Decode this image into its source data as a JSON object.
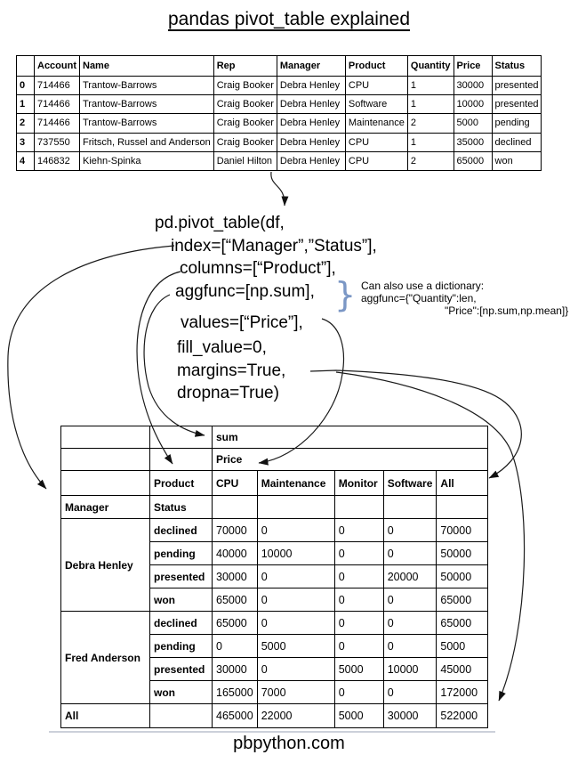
{
  "title": "pandas pivot_table explained",
  "source_table": {
    "headers": [
      "",
      "Account",
      "Name",
      "Rep",
      "Manager",
      "Product",
      "Quantity",
      "Price",
      "Status"
    ],
    "rows": [
      [
        "0",
        "714466",
        "Trantow-Barrows",
        "Craig Booker",
        "Debra Henley",
        "CPU",
        "1",
        "30000",
        "presented"
      ],
      [
        "1",
        "714466",
        "Trantow-Barrows",
        "Craig Booker",
        "Debra Henley",
        "Software",
        "1",
        "10000",
        "presented"
      ],
      [
        "2",
        "714466",
        "Trantow-Barrows",
        "Craig Booker",
        "Debra Henley",
        "Maintenance",
        "2",
        "5000",
        "pending"
      ],
      [
        "3",
        "737550",
        "Fritsch, Russel and Anderson",
        "Craig Booker",
        "Debra Henley",
        "CPU",
        "1",
        "35000",
        "declined"
      ],
      [
        "4",
        "146832",
        "Kiehn-Spinka",
        "Daniel Hilton",
        "Debra Henley",
        "CPU",
        "2",
        "65000",
        "won"
      ]
    ]
  },
  "code": {
    "lines": [
      "pd.pivot_table(df,",
      "index=[“Manager”,”Status”],",
      "columns=[“Product”],",
      "aggfunc=[np.sum],",
      "values=[“Price”],",
      "fill_value=0,",
      "margins=True,",
      "dropna=True)"
    ]
  },
  "note": {
    "brace": "}",
    "brace_color": "#7b97c5",
    "lines": [
      "Can also use a dictionary:",
      "aggfunc={\"Quantity\":len,",
      "\"Price\":[np.sum,np.mean]}"
    ]
  },
  "pivot_table": {
    "agg_label": "sum",
    "value_label": "Price",
    "col_axis_label": "Product",
    "row_axis_labels": [
      "Manager",
      "Status"
    ],
    "columns": [
      "CPU",
      "Maintenance",
      "Monitor",
      "Software",
      "All"
    ],
    "rows": [
      {
        "manager": "Debra Henley",
        "status": "declined",
        "values": [
          "70000",
          "0",
          "0",
          "0",
          "70000"
        ]
      },
      {
        "manager": "Debra Henley",
        "status": "pending",
        "values": [
          "40000",
          "10000",
          "0",
          "0",
          "50000"
        ]
      },
      {
        "manager": "Debra Henley",
        "status": "presented",
        "values": [
          "30000",
          "0",
          "0",
          "20000",
          "50000"
        ]
      },
      {
        "manager": "Debra Henley",
        "status": "won",
        "values": [
          "65000",
          "0",
          "0",
          "0",
          "65000"
        ]
      },
      {
        "manager": "Fred Anderson",
        "status": "declined",
        "values": [
          "65000",
          "0",
          "0",
          "0",
          "65000"
        ]
      },
      {
        "manager": "Fred Anderson",
        "status": "pending",
        "values": [
          "0",
          "5000",
          "0",
          "0",
          "5000"
        ]
      },
      {
        "manager": "Fred Anderson",
        "status": "presented",
        "values": [
          "30000",
          "0",
          "5000",
          "10000",
          "45000"
        ]
      },
      {
        "manager": "Fred Anderson",
        "status": "won",
        "values": [
          "165000",
          "7000",
          "0",
          "0",
          "172000"
        ]
      }
    ],
    "all_row": {
      "label": "All",
      "values": [
        "465000",
        "22000",
        "5000",
        "30000",
        "522000"
      ]
    }
  },
  "footer": {
    "site": "pbpython.com"
  }
}
